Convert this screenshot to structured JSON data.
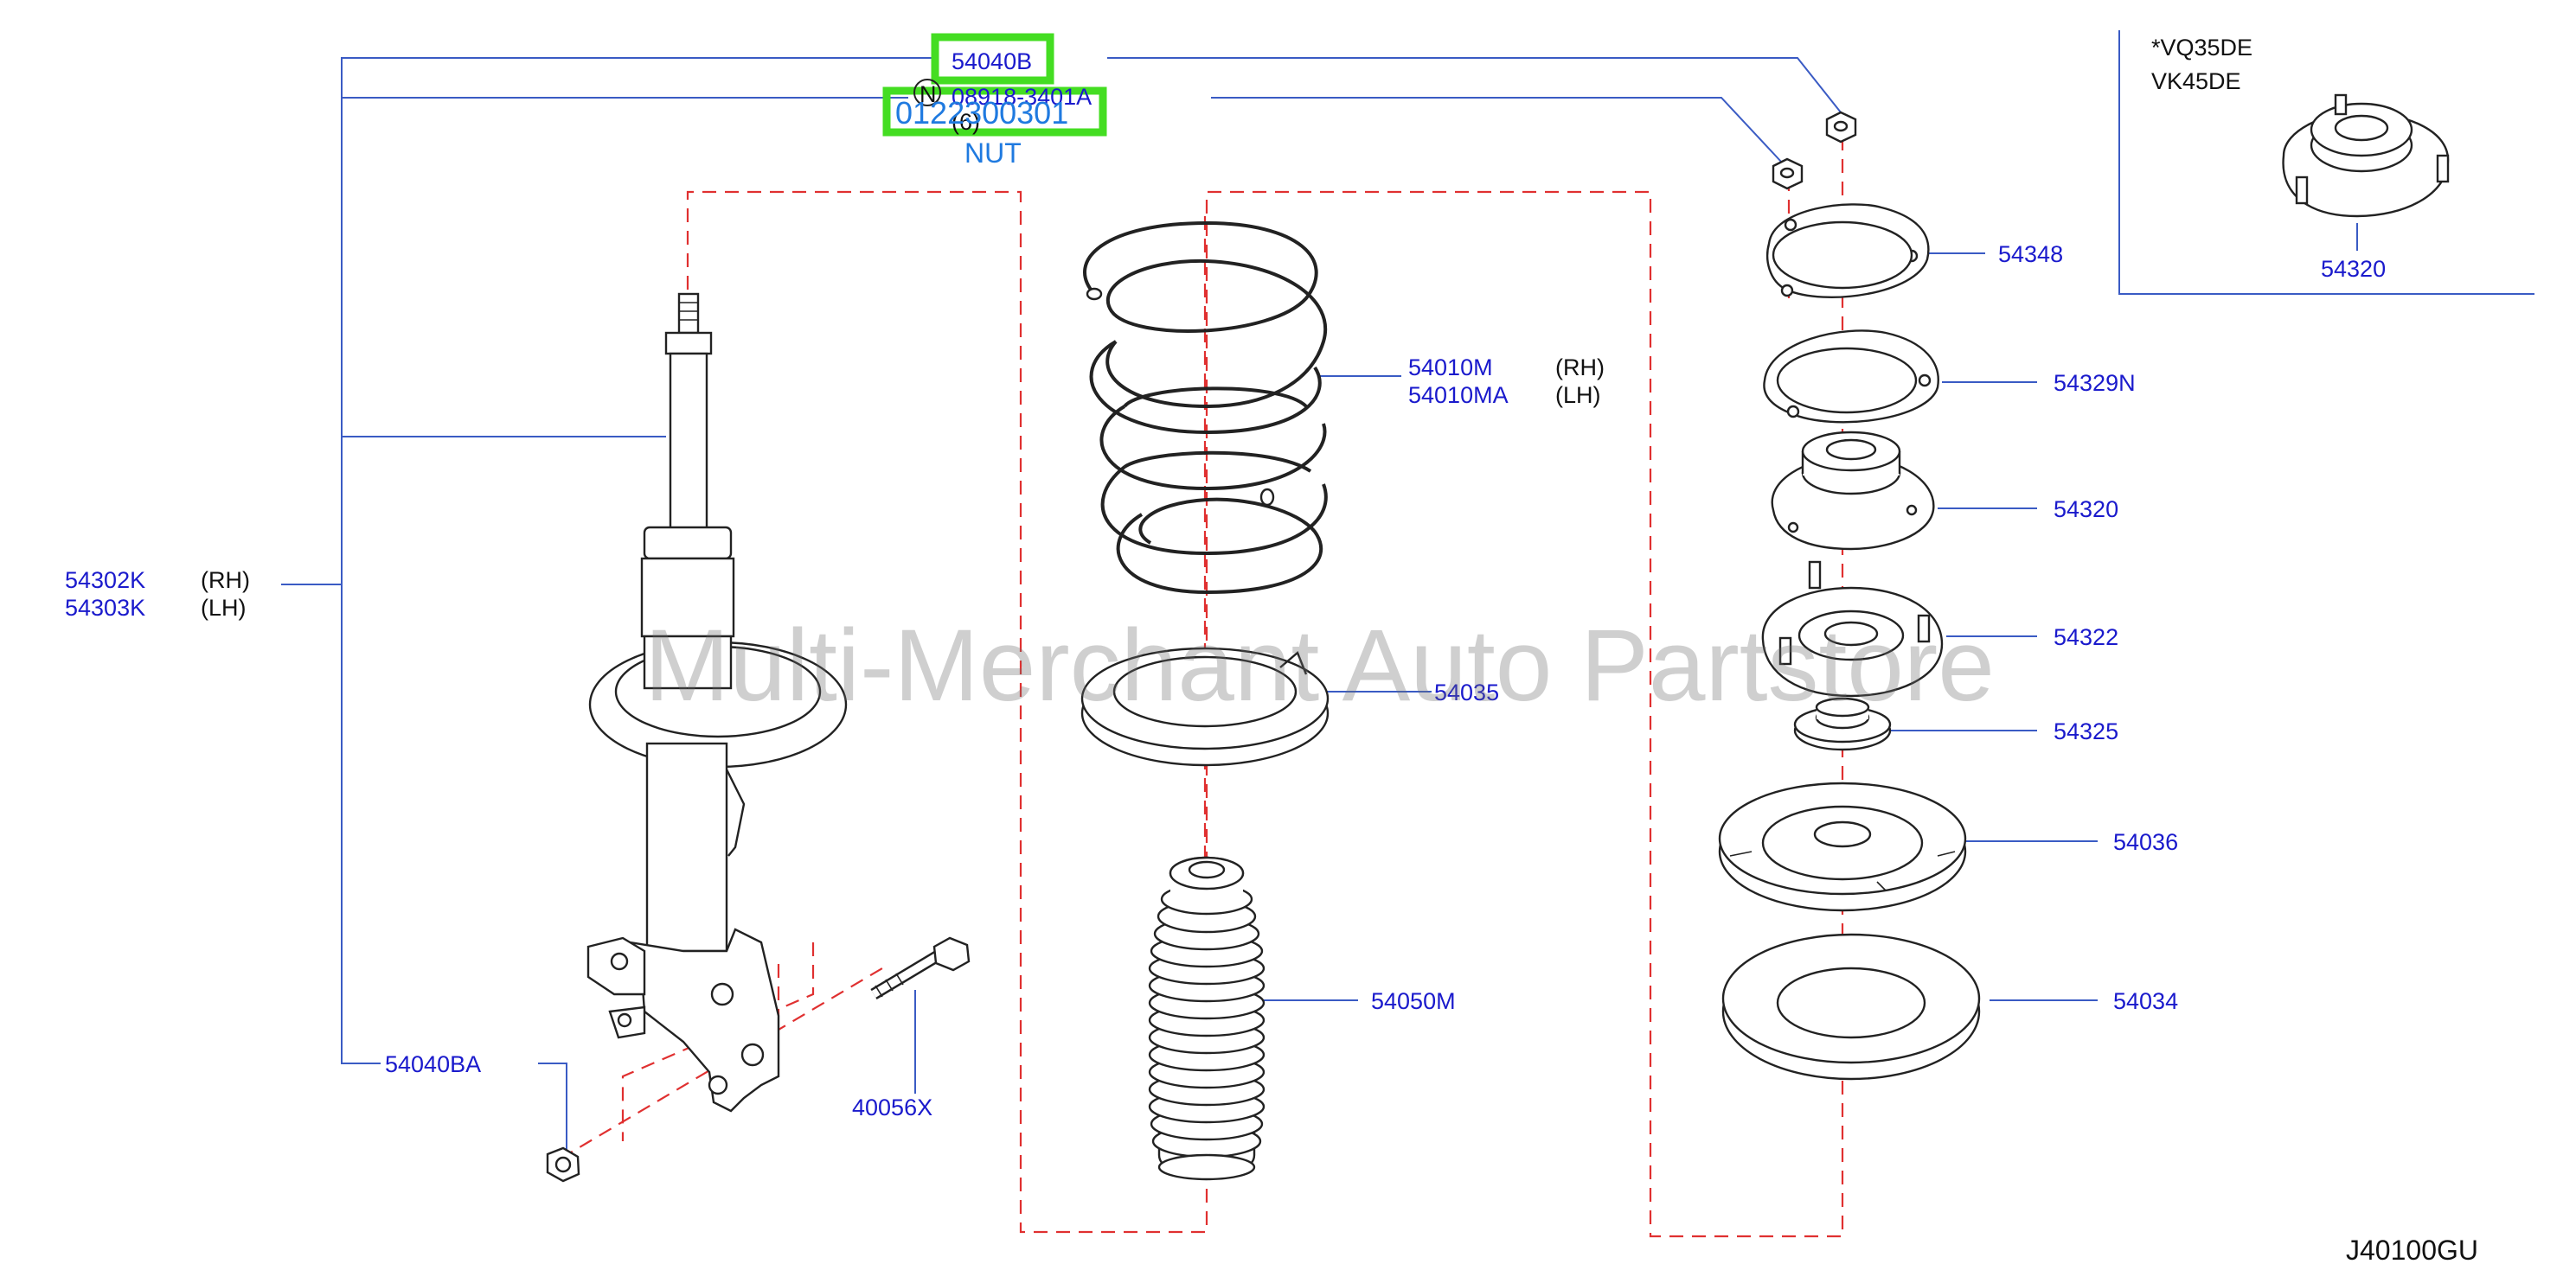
{
  "diagram_code": "J40100GU",
  "watermark": "Multi-Merchant Auto Partstore",
  "inset": {
    "variant_1": "*VQ35DE",
    "variant_2": "VK45DE",
    "part": "54320"
  },
  "callout": {
    "highlighted_part": "54040B",
    "nut_marker": "N",
    "nut_number": "08918-3401A",
    "nut_qty": "(6)",
    "replacement_number": "0122300301",
    "replacement_desc": "NUT"
  },
  "strut": {
    "rh": "54302K",
    "rh_side": "(RH)",
    "lh": "54303K",
    "lh_side": "(LH)"
  },
  "spring": {
    "rh": "54010M",
    "rh_side": "(RH)",
    "lh": "54010MA",
    "lh_side": "(LH)"
  },
  "parts": {
    "lower_nut": "54040BA",
    "bolt": "40056X",
    "spring_seat_lower": "54035",
    "bound_bumper": "54050M",
    "plate": "54348",
    "insulator_gasket": "54329N",
    "mount_insulator": "54320",
    "mount_plate": "54322",
    "bearing": "54325",
    "upper_seat": "54036",
    "rubber_seat": "54034"
  },
  "colors": {
    "part_number": "#1a1acc",
    "leader": "#3a5bc4",
    "dashed": "#e03030",
    "highlight": "#44dd22",
    "replacement": "#1f7ae0"
  }
}
